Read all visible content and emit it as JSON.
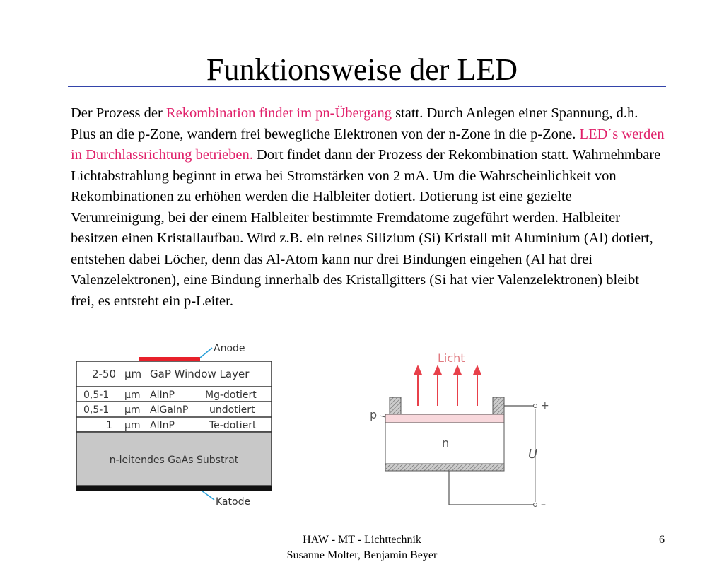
{
  "slide": {
    "title": "Funktionsweise der LED",
    "paragraph": {
      "p1": "Der Prozess der ",
      "red1": "Rekombination findet im pn-Übergang",
      "p2": " statt. Durch Anlegen einer Spannung, d.h. Plus an die p-Zone, wandern frei bewegliche Elektronen von der n-Zone in die p-Zone. ",
      "red2": "LED´s werden in Durchlassrichtung betrieben.",
      "p3": " Dort findet dann der Prozess der Rekombination statt. Wahrnehmbare Lichtabstrahlung beginnt in etwa bei Stromstärken von 2 mA. Um die Wahrscheinlichkeit von Rekombinationen zu erhöhen werden die Halbleiter dotiert. Dotierung ist eine gezielte Verunreinigung, bei der einem Halbleiter bestimmte Fremdatome zugeführt werden. Halbleiter besitzen einen Kristallaufbau. Wird z.B. ein reines Silizium (Si) Kristall mit Aluminium (Al) dotiert, entstehen dabei Löcher, denn das Al-Atom kann nur drei Bindungen eingehen (Al hat drei Valenzelektronen), eine Bindung innerhalb des Kristallgitters (Si hat vier Valenzelektronen) bleibt frei, es entsteht ein p-Leiter."
    },
    "layers": {
      "anode": "Anode",
      "katode": "Katode",
      "rows": [
        {
          "thick": "2-50",
          "unit": "µm",
          "material": "GaP Window Layer",
          "doping": ""
        },
        {
          "thick": "0,5-1",
          "unit": "µm",
          "material": "AlInP",
          "doping": "Mg-dotiert"
        },
        {
          "thick": "0,5-1",
          "unit": "µm",
          "material": "AlGaInP",
          "doping": "undotiert"
        },
        {
          "thick": "1",
          "unit": "µm",
          "material": "AlInP",
          "doping": "Te-dotiert"
        }
      ],
      "substrate": "n-leitendes GaAs Substrat"
    },
    "circuit": {
      "licht": "Licht",
      "p": "p",
      "n": "n",
      "u": "U",
      "plus": "+",
      "minus": "–"
    },
    "footer": {
      "line1": "HAW - MT - Lichttechnik",
      "line2": "Susanne Molter, Benjamin Beyer",
      "page": "6"
    },
    "colors": {
      "accent_red": "#e0206a",
      "rule_blue": "#3344aa",
      "diagram_label": "#555555"
    }
  }
}
